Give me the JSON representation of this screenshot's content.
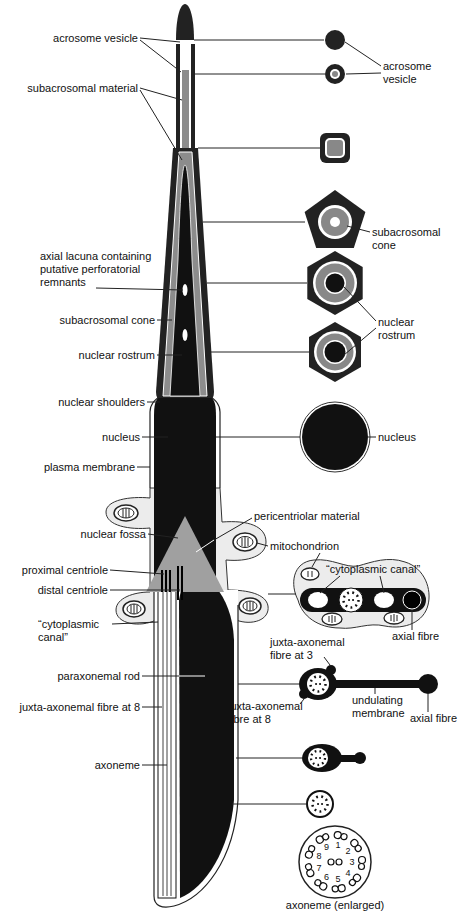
{
  "diagram": {
    "labels": [
      "acrosome vesicle",
      "subacrosomal material",
      "axial lacuna containing putative perforatorial remnants",
      "subacrosomal cone",
      "nuclear rostrum",
      "nuclear shoulders",
      "nucleus",
      "plasma membrane",
      "nuclear fossa",
      "proximal centriole",
      "distal centriole",
      "“cytoplasmic canal”",
      "paraxonemal rod",
      "juxta-axonemal fibre at 8",
      "axoneme",
      "acrosome vesicle",
      "subacrosomal cone",
      "nuclear rostrum",
      "nucleus",
      "pericentriolar material",
      "mitochondrion",
      "“cytoplasmic canal”",
      "axial fibre",
      "juxta-axonemal fibre at 3",
      "juxta-axonemal fibre at 8",
      "undulating membrane",
      "axial fibre",
      "1",
      "2",
      "3",
      "4",
      "5",
      "6",
      "7",
      "8",
      "9",
      "axoneme (enlarged)"
    ]
  }
}
